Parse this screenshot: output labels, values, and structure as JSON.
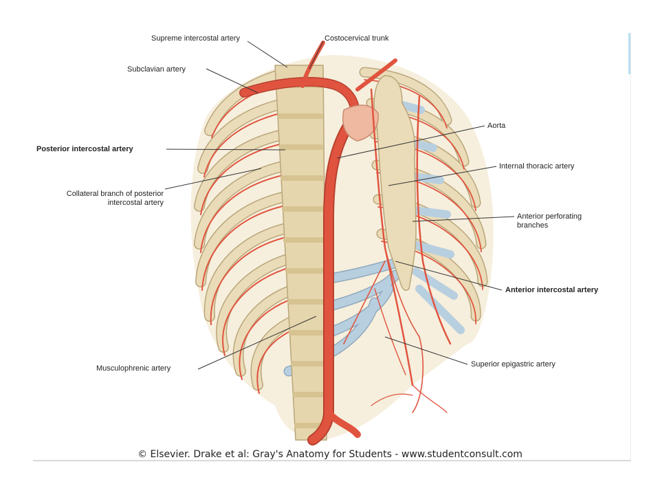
{
  "labels": {
    "supreme_intercostal": "Supreme intercostal artery",
    "costocervical": "Costocervical trunk",
    "subclavian": "Subclavian artery",
    "posterior_intercostal": "Posterior intercostal artery",
    "collateral_1": "Collateral branch of posterior",
    "collateral_2": "intercostal artery",
    "aorta": "Aorta",
    "internal_thoracic": "Internal thoracic artery",
    "anterior_perforating_1": "Anterior perforating",
    "anterior_perforating_2": "branches",
    "anterior_intercostal": "Anterior intercostal artery",
    "musculophrenic": "Musculophrenic artery",
    "superior_epigastric": "Superior epigastric artery"
  },
  "credit": "© Elsevier. Drake et al: Gray's Anatomy for Students - www.studentconsult.com",
  "colors": {
    "bone": "#eadcb8",
    "bone_outline": "#b9a57a",
    "cartilage": "#b8cfe0",
    "artery": "#e0543f",
    "artery_dark": "#b8402f",
    "leader": "#333333",
    "accent": "#b9ddf2"
  }
}
